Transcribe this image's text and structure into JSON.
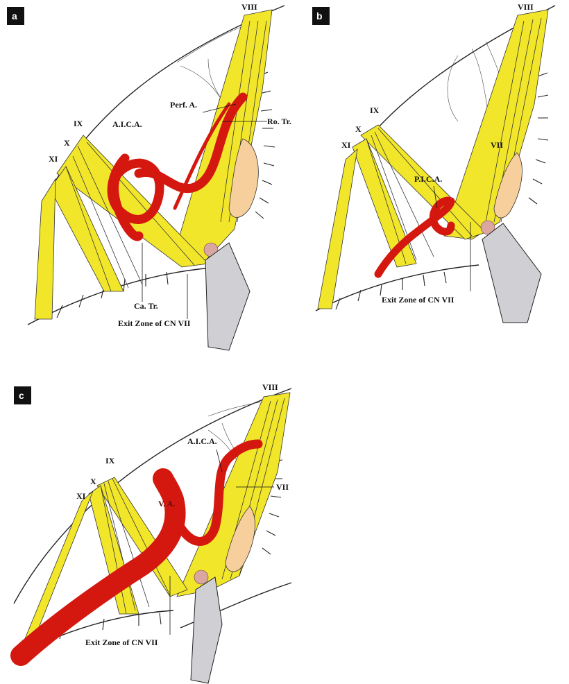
{
  "panels": [
    {
      "letter": "a",
      "labels": {
        "viii": "VIII",
        "ix": "IX",
        "x": "X",
        "xi": "XI",
        "aica": "A.I.C.A.",
        "perf": "Perf. A.",
        "ro_tr": "Ro. Tr.",
        "ca_tr": "Ca. Tr.",
        "exit": "Exit Zone of CN VII"
      }
    },
    {
      "letter": "b",
      "labels": {
        "viii": "VIII",
        "ix": "IX",
        "x": "X",
        "xi": "XI",
        "vii": "VII",
        "pica": "P.I.C.A.",
        "exit": "Exit Zone of CN VII"
      }
    },
    {
      "letter": "c",
      "labels": {
        "viii": "VIII",
        "ix": "IX",
        "x": "X",
        "xi": "XI",
        "aica": "A.I.C.A.",
        "va": "V. A.",
        "vii": "VII",
        "exit": "Exit Zone of CN VII"
      }
    }
  ],
  "colors": {
    "nerve": "#f2e62b",
    "artery": "#d4180f",
    "flocculus": "#f6cf9c",
    "retractor": "#cfcfd4",
    "panel_badge": "#111111"
  }
}
